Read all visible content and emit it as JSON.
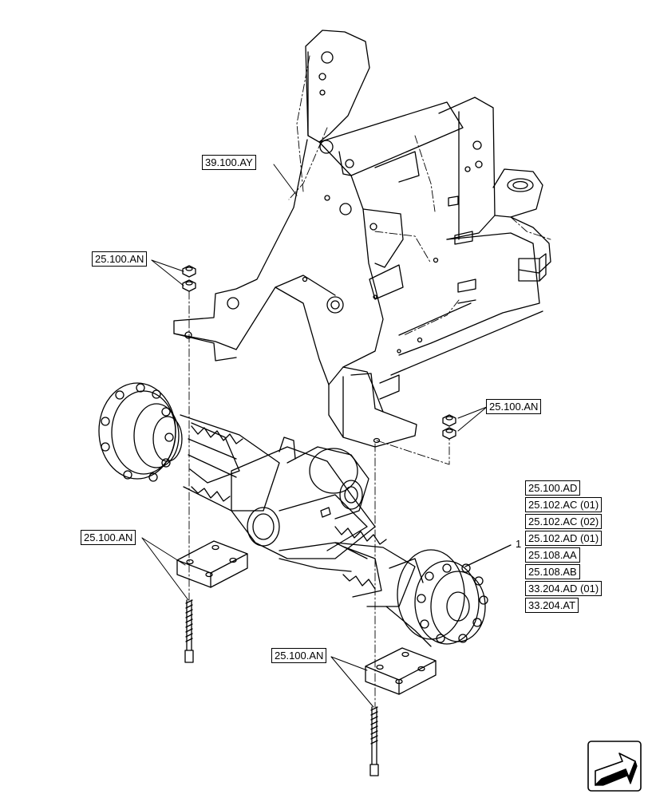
{
  "diagram": {
    "frame_ref": "39.100.AY",
    "mount_top_left": "25.100.AN",
    "mount_top_right": "25.100.AN",
    "mount_bottom_left": "25.100.AN",
    "mount_bottom_right": "25.100.AN",
    "item_number": "1",
    "axle_refs": [
      "25.100.AD",
      "25.102.AC (01)",
      "25.102.AC (02)",
      "25.102.AD (01)",
      "25.108.AA",
      "25.108.AB",
      "33.204.AD (01)",
      "33.204.AT"
    ],
    "nav_icon": "next-page-arrow-icon"
  }
}
